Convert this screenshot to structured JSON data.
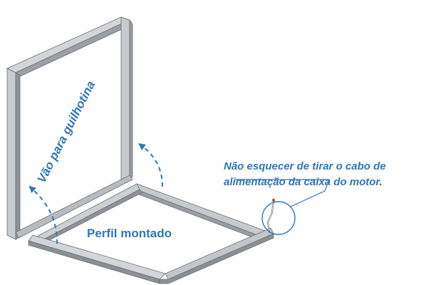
{
  "labels": {
    "frame_opening": "Vão para guilhotina",
    "assembled_profile": "Perfil montado",
    "note_line1": "Não esquecer de tirar o cabo de",
    "note_line2": "alimentação da caixa do motor."
  },
  "colors": {
    "accent": "#2f78b7",
    "frame_light": "#d3d5d8",
    "frame_mid": "#b4b7bb",
    "frame_dark": "#8c9095",
    "frame_edge": "#6b6f74"
  },
  "icons": {
    "lift_arrows": "dashed-curved-arrow-icon",
    "callout": "magnifier-circle-icon",
    "cable": "cable-end-icon"
  }
}
